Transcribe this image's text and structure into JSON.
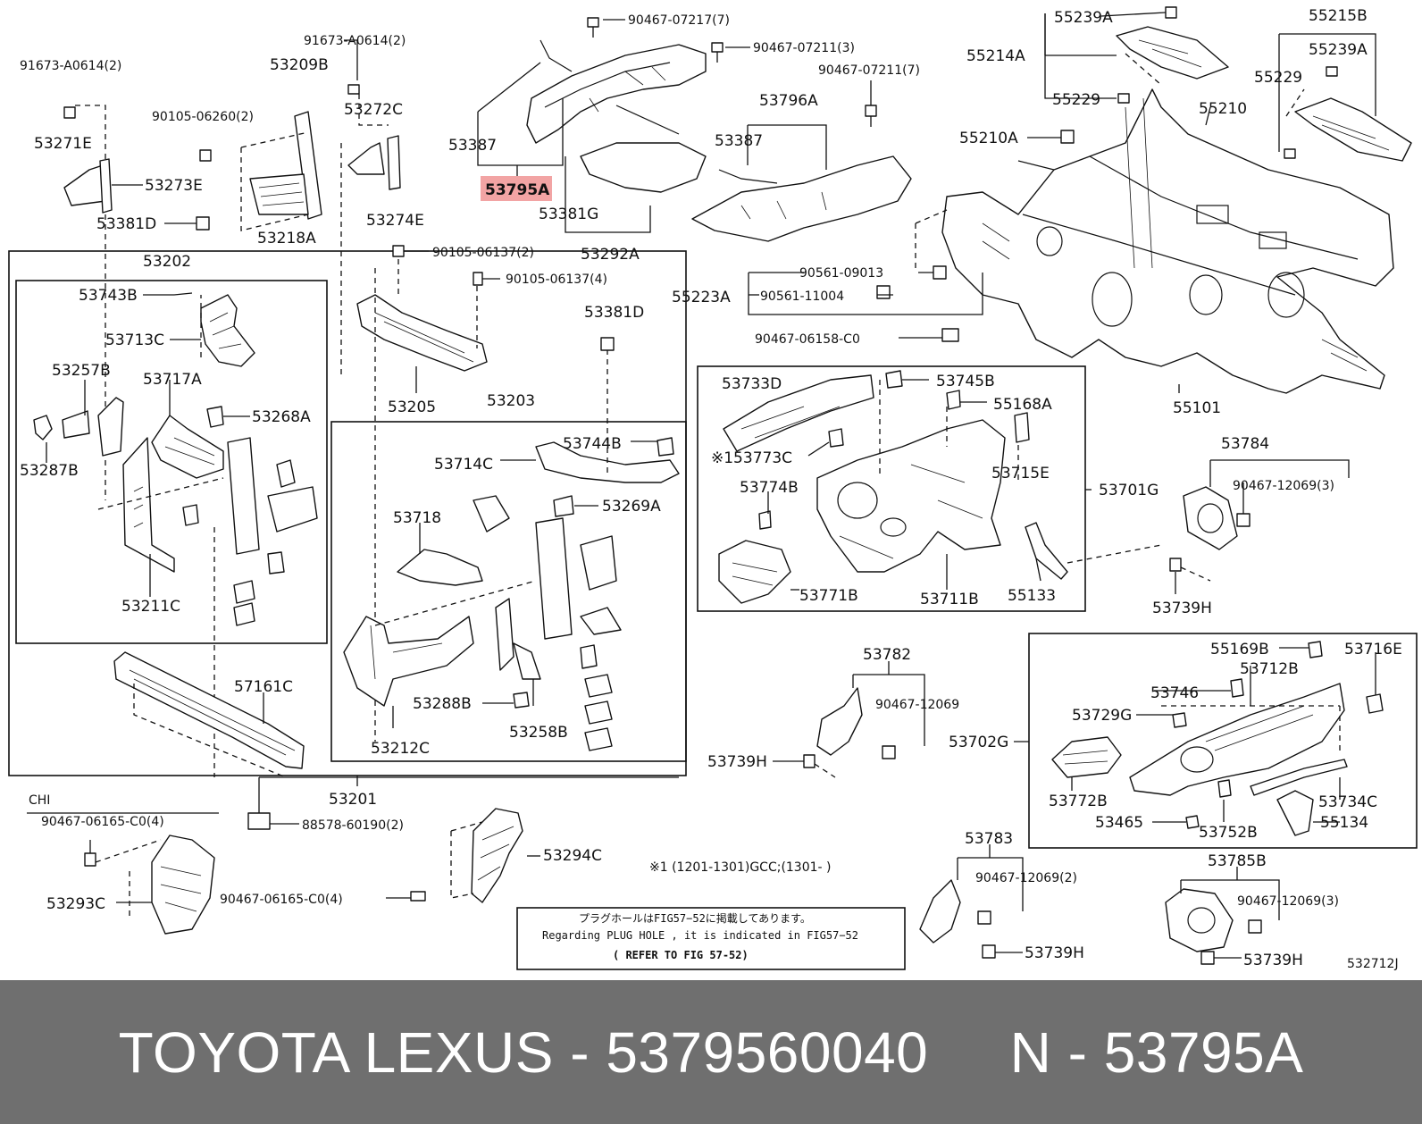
{
  "diagram": {
    "callouts": {
      "c53795A": "53795A",
      "c53387a": "53387",
      "c53387b": "53387",
      "c53381G": "53381G",
      "c53292A": "53292A",
      "c53796A": "53796A",
      "c90467_07217": "90467-07217(7)",
      "c90467_07211a": "90467-07211(3)",
      "c90467_07211b": "90467-07211(7)",
      "c91673a": "91673-A0614(2)",
      "c91673b": "91673-A0614(2)",
      "c53209B": "53209B",
      "c90105_06260": "90105-06260(2)",
      "c53272C": "53272C",
      "c53271E": "53271E",
      "c53273E": "53273E",
      "c53274E": "53274E",
      "c53381D_a": "53381D",
      "c53218A": "53218A",
      "c90105_06137a": "90105-06137(2)",
      "c90105_06137b": "90105-06137(4)",
      "c53202": "53202",
      "c53743B": "53743B",
      "c53713C": "53713C",
      "c53257B": "53257B",
      "c53717A": "53717A",
      "c53268A": "53268A",
      "c53287B": "53287B",
      "c53211C": "53211C",
      "c53205": "53205",
      "c53203": "53203",
      "c53381D_b": "53381D",
      "c53744B": "53744B",
      "c53714C": "53714C",
      "c53718": "53718",
      "c53269A": "53269A",
      "c53288B": "53288B",
      "c53258B": "53258B",
      "c53212C": "53212C",
      "c57161C": "57161C",
      "c53201": "53201",
      "cCHI": "CHI",
      "c90467_06165a": "90467-06165-C0(4)",
      "c88578": "88578-60190(2)",
      "c53293C": "53293C",
      "c53294C": "53294C",
      "c90467_06165b": "90467-06165-C0(4)",
      "c55239A_a": "55239A",
      "c55214A": "55214A",
      "c55229a": "55229",
      "c55215B": "55215B",
      "c55239A_b": "55239A",
      "c55229b": "55229",
      "c55210": "55210",
      "c55210A": "55210A",
      "c90561_09013": "90561-09013",
      "c55223A": "55223A",
      "c90561_11004": "90561-11004",
      "c90467_06158": "90467-06158-C0",
      "c55101": "55101",
      "c53733D": "53733D",
      "c53745B": "53745B",
      "c55168A": "55168A",
      "c53773C": "※153773C",
      "c53715E": "53715E",
      "c53701G": "53701G",
      "c53774B": "53774B",
      "c53771B": "53771B",
      "c53711B": "53711B",
      "c55133": "55133",
      "c53784": "53784",
      "c90467_12069_3a": "90467-12069(3)",
      "c53739H_a": "53739H",
      "c53782": "53782",
      "c90467_12069": "90467-12069",
      "c53739H_b": "53739H",
      "c55169B": "55169B",
      "c53716E": "53716E",
      "c53712B": "53712B",
      "c53746": "53746",
      "c53729G": "53729G",
      "c53702G": "53702G",
      "c53772B": "53772B",
      "c53465": "53465",
      "c53752B": "53752B",
      "c53734C": "53734C",
      "c55134": "55134",
      "c53783": "53783",
      "c90467_12069_2": "90467-12069(2)",
      "c53739H_c": "53739H",
      "c53785B": "53785B",
      "c90467_12069_3b": "90467-12069(3)",
      "c53739H_d": "53739H"
    },
    "footnote": "※1 (1201-1301)GCC;(1301-     )",
    "note_line1": "プラグホールはFIG57−52に掲載してあります。",
    "note_line2": "Regarding PLUG HOLE , it is indicated in FIG57−52",
    "note_line3": "( REFER TO FIG 57-52)",
    "figure_id": "532712J"
  },
  "footer": {
    "text": "TOYOTA LEXUS - 5379560040     N - 53795A"
  },
  "colors": {
    "highlight": "#f2a4a4",
    "footer_bg": "#6f6f6f",
    "footer_text": "#ffffff"
  }
}
